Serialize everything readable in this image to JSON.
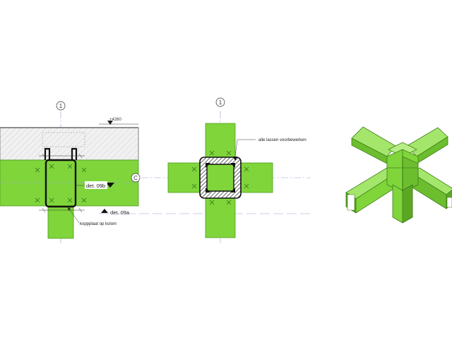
{
  "colors": {
    "steel": "#7fd53a",
    "steel_dark": "#4f9a22",
    "steel_light": "#a4e66b",
    "concrete": "#f1f1f1",
    "line": "#222222",
    "axis": "#9aa0d8"
  },
  "left_detail": {
    "axis_label": "1",
    "level_label": "+4260",
    "detail_b": "det. 09b",
    "detail_a": "det. 09a",
    "note": "koppplaat op kolom"
  },
  "middle_detail": {
    "axis_label": "1",
    "grid_label": "C",
    "note": "alle lassen voorbewerken"
  }
}
